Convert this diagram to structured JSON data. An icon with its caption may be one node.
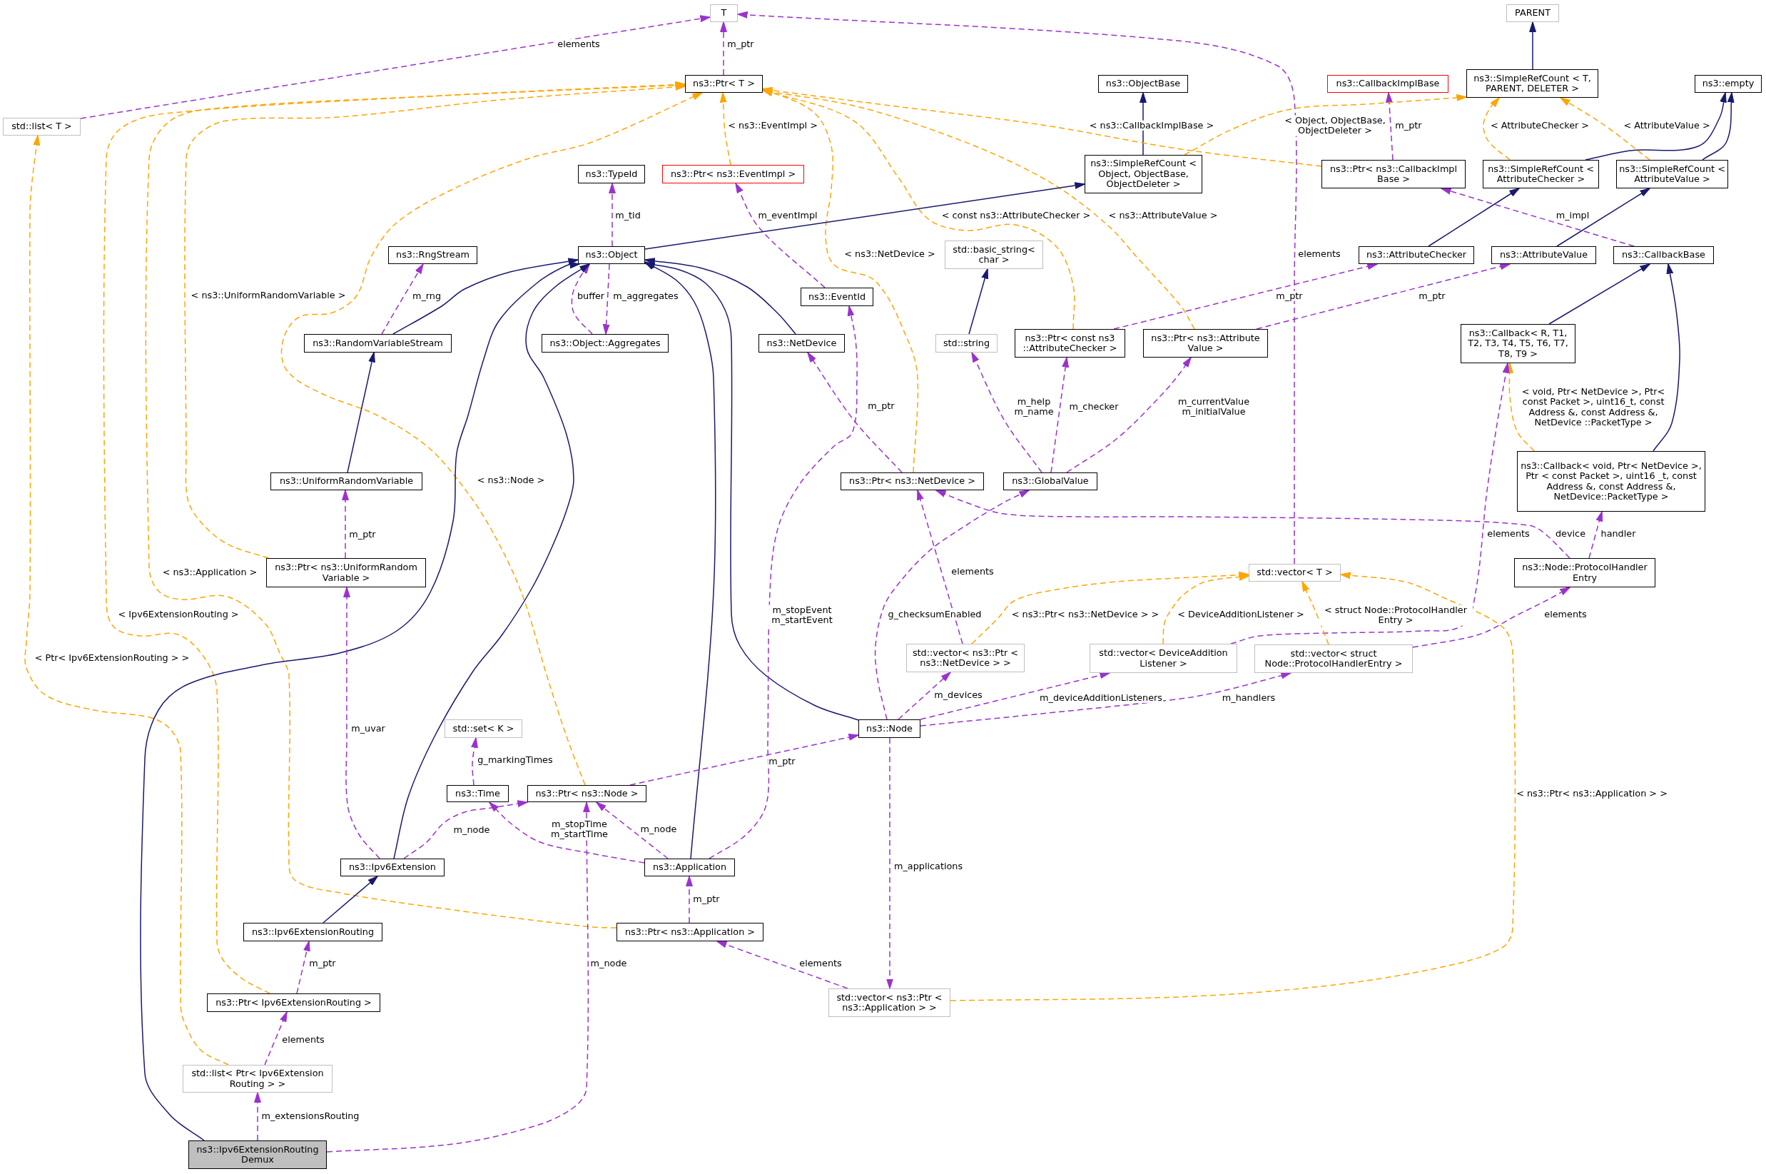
{
  "diagram": {
    "nodes": [
      {
        "text": [
          "T"
        ]
      },
      {
        "text": [
          "PARENT"
        ]
      },
      {
        "text": [
          "ns3::Ptr< T >"
        ]
      },
      {
        "text": [
          "ns3::ObjectBase"
        ]
      },
      {
        "text": [
          "ns3::CallbackImplBase"
        ]
      },
      {
        "text": [
          "ns3::SimpleRefCount < T, PARENT, DELETER >"
        ]
      },
      {
        "text": [
          "ns3::empty"
        ]
      },
      {
        "text": [
          "std::list< T >"
        ]
      },
      {
        "text": [
          "ns3::TypeId"
        ]
      },
      {
        "text": [
          "ns3::Ptr< ns3::EventImpl >"
        ]
      },
      {
        "text": [
          "ns3::SimpleRefCount < Object, ObjectBase, ObjectDeleter >"
        ]
      },
      {
        "text": [
          "ns3::Ptr< ns3::CallbackImpl Base >"
        ]
      },
      {
        "text": [
          "ns3::SimpleRefCount < AttributeChecker >"
        ]
      },
      {
        "text": [
          "ns3::SimpleRefCount < AttributeValue >"
        ]
      },
      {
        "text": [
          "std::basic_string< char >"
        ]
      },
      {
        "text": [
          "ns3::RngStream"
        ]
      },
      {
        "text": [
          "ns3::Object"
        ]
      },
      {
        "text": [
          "ns3::AttributeChecker"
        ]
      },
      {
        "text": [
          "ns3::AttributeValue"
        ]
      },
      {
        "text": [
          "ns3::CallbackBase"
        ]
      },
      {
        "text": [
          "ns3::EventId"
        ]
      },
      {
        "text": [
          "ns3::RandomVariableStream"
        ]
      },
      {
        "text": [
          "ns3::Object::Aggregates"
        ]
      },
      {
        "text": [
          "ns3::NetDevice"
        ]
      },
      {
        "text": [
          "std::string"
        ]
      },
      {
        "text": [
          "ns3::Ptr< const ns3 ::AttributeChecker >"
        ]
      },
      {
        "text": [
          "ns3::Ptr< ns3::Attribute Value >"
        ]
      },
      {
        "text": [
          "ns3::Callback< R, T1, T2, T3, T4, T5, T6, T7, T8, T9 >"
        ]
      },
      {
        "text": [
          "ns3::UniformRandomVariable"
        ]
      },
      {
        "text": [
          "ns3::Ptr< ns3::NetDevice >"
        ]
      },
      {
        "text": [
          "ns3::GlobalValue"
        ]
      },
      {
        "text": [
          "ns3::Callback< void, Ptr< NetDevice >, Ptr < const Packet >, uint16 _t, const Address &, const Address &, NetDevice::PacketType >"
        ]
      },
      {
        "text": [
          "ns3::Ptr< ns3::UniformRandom Variable >"
        ]
      },
      {
        "text": [
          "std::vector< T >"
        ]
      },
      {
        "text": [
          "ns3::Node::ProtocolHandler Entry"
        ]
      },
      {
        "text": [
          "std::vector< ns3::Ptr < ns3::NetDevice > >"
        ]
      },
      {
        "text": [
          "std::vector< DeviceAddition Listener >"
        ]
      },
      {
        "text": [
          "std::vector< struct Node::ProtocolHandlerEntry >"
        ]
      },
      {
        "text": [
          "std::set< K >"
        ]
      },
      {
        "text": [
          "ns3::Node"
        ]
      },
      {
        "text": [
          "ns3::Time"
        ]
      },
      {
        "text": [
          "ns3::Ptr< ns3::Node >"
        ]
      },
      {
        "text": [
          "ns3::Ipv6Extension"
        ]
      },
      {
        "text": [
          "ns3::Application"
        ]
      },
      {
        "text": [
          "ns3::Ipv6ExtensionRouting"
        ]
      },
      {
        "text": [
          "ns3::Ptr< ns3::Application >"
        ]
      },
      {
        "text": [
          "ns3::Ptr< Ipv6ExtensionRouting >"
        ]
      },
      {
        "text": [
          "std::vector< ns3::Ptr < ns3::Application > >"
        ]
      },
      {
        "text": [
          "std::list< Ptr< Ipv6Extension Routing > >"
        ]
      },
      {
        "text": [
          "ns3::Ipv6ExtensionRouting Demux"
        ]
      }
    ],
    "edges": [
      {
        "from": 7,
        "to": 0,
        "arrow": "to",
        "label": "elements",
        "style": "dashed"
      },
      {
        "from": 2,
        "to": 0,
        "arrow": "to",
        "label": "m_ptr",
        "style": "dashed"
      },
      {
        "from": 33,
        "to": 0,
        "arrow": "to",
        "label": "elements",
        "style": "dashed"
      },
      {
        "from": 5,
        "to": 1,
        "arrow": "to",
        "color": "#191970"
      },
      {
        "from": 10,
        "to": 3,
        "arrow": "to",
        "color": "#191970"
      },
      {
        "from": 11,
        "to": 4,
        "arrow": "to",
        "label": "m_ptr",
        "style": "dashed"
      },
      {
        "from": 10,
        "to": 5,
        "arrow": "to",
        "label": "< Object, ObjectBase, ObjectDeleter >",
        "style": "dashed",
        "color": "#ffa500"
      },
      {
        "from": 12,
        "to": 5,
        "arrow": "to",
        "label": "< AttributeChecker >",
        "style": "dashed",
        "color": "#ffa500"
      },
      {
        "from": 13,
        "to": 5,
        "arrow": "to",
        "label": "< AttributeValue >",
        "style": "dashed",
        "color": "#ffa500"
      },
      {
        "from": 12,
        "to": 6,
        "arrow": "to",
        "color": "#191970"
      },
      {
        "from": 13,
        "to": 6,
        "arrow": "to",
        "color": "#191970"
      },
      {
        "from": 11,
        "to": 2,
        "arrow": "to",
        "label": "< ns3::CallbackImplBase >",
        "style": "dashed",
        "color": "#ffa500"
      },
      {
        "from": 9,
        "to": 2,
        "arrow": "to",
        "label": "< ns3::EventImpl >",
        "style": "dashed",
        "color": "#ffa500"
      },
      {
        "from": 25,
        "to": 2,
        "arrow": "to",
        "label": "< const ns3::AttributeChecker >",
        "style": "dashed",
        "color": "#ffa500"
      },
      {
        "from": 26,
        "to": 2,
        "arrow": "to",
        "label": "< ns3::AttributeValue >",
        "style": "dashed",
        "color": "#ffa500"
      },
      {
        "from": 29,
        "to": 2,
        "arrow": "to",
        "label": "< ns3::NetDevice >",
        "style": "dashed",
        "color": "#ffa500"
      },
      {
        "from": 41,
        "to": 2,
        "arrow": "to",
        "label": "< ns3::Node >",
        "style": "dashed",
        "color": "#ffa500"
      },
      {
        "from": 32,
        "to": 2,
        "arrow": "to",
        "label": "< ns3::UniformRandomVariable >",
        "style": "dashed",
        "color": "#ffa500"
      },
      {
        "from": 45,
        "to": 2,
        "arrow": "to",
        "label": "< ns3::Application >",
        "style": "dashed",
        "color": "#ffa500"
      },
      {
        "from": 46,
        "to": 2,
        "arrow": "to",
        "label": "< Ipv6ExtensionRouting >",
        "style": "dashed",
        "color": "#ffa500"
      },
      {
        "from": 48,
        "to": 7,
        "arrow": "to",
        "label": "< Ptr< Ipv6ExtensionRouting > >",
        "style": "dashed",
        "color": "#ffa500"
      },
      {
        "from": 16,
        "to": 8,
        "arrow": "to",
        "label": "m_tid",
        "style": "dashed"
      },
      {
        "from": 20,
        "to": 9,
        "arrow": "to",
        "label": "m_eventImpl",
        "style": "dashed"
      },
      {
        "from": 16,
        "to": 10,
        "arrow": "to",
        "color": "#191970"
      },
      {
        "from": 19,
        "to": 11,
        "arrow": "to",
        "label": "m_impl",
        "style": "dashed"
      },
      {
        "from": 17,
        "to": 12,
        "arrow": "to",
        "color": "#191970"
      },
      {
        "from": 18,
        "to": 13,
        "arrow": "to",
        "color": "#191970"
      },
      {
        "from": 24,
        "to": 14,
        "arrow": "to",
        "color": "#191970"
      },
      {
        "from": 21,
        "to": 15,
        "arrow": "to",
        "label": "m_rng",
        "style": "dashed"
      },
      {
        "from": 21,
        "to": 16,
        "arrow": "to",
        "color": "#191970"
      },
      {
        "from": 22,
        "to": 16,
        "arrow": "to",
        "label": "buffer",
        "style": "dashed"
      },
      {
        "from": 16,
        "to": 22,
        "arrow": "to",
        "label": "m_aggregates",
        "style": "dashed"
      },
      {
        "from": 23,
        "to": 16,
        "arrow": "to",
        "color": "#191970"
      },
      {
        "from": 39,
        "to": 16,
        "arrow": "to",
        "color": "#191970"
      },
      {
        "from": 43,
        "to": 16,
        "arrow": "to",
        "color": "#191970"
      },
      {
        "from": 42,
        "to": 16,
        "arrow": "to",
        "color": "#191970"
      },
      {
        "from": 49,
        "to": 16,
        "arrow": "to",
        "color": "#191970"
      },
      {
        "from": 25,
        "to": 17,
        "arrow": "to",
        "label": "m_ptr",
        "style": "dashed"
      },
      {
        "from": 26,
        "to": 18,
        "arrow": "to",
        "label": "m_ptr",
        "style": "dashed"
      },
      {
        "from": 27,
        "to": 19,
        "arrow": "to",
        "color": "#191970"
      },
      {
        "from": 31,
        "to": 19,
        "arrow": "to",
        "color": "#191970"
      },
      {
        "from": 43,
        "to": 20,
        "arrow": "to",
        "label": "m_stopEvent m_startEvent",
        "style": "dashed"
      },
      {
        "from": 29,
        "to": 23,
        "arrow": "to",
        "label": "m_ptr",
        "style": "dashed"
      },
      {
        "from": 30,
        "to": 24,
        "arrow": "to",
        "label": "m_help m_name",
        "style": "dashed"
      },
      {
        "from": 30,
        "to": 25,
        "arrow": "to",
        "label": "m_checker",
        "style": "dashed"
      },
      {
        "from": 30,
        "to": 26,
        "arrow": "to",
        "label": "m_currentValue m_initialValue",
        "style": "dashed"
      },
      {
        "from": 31,
        "to": 27,
        "arrow": "to",
        "label": "< void, Ptr< NetDevice >, Ptr< const Packet >, uint16_t, const Address &, const Address &, NetDevice ::PacketType >",
        "style": "dashed",
        "color": "#ffa500"
      },
      {
        "from": 36,
        "to": 27,
        "arrow": "to",
        "label": "elements",
        "style": "dashed"
      },
      {
        "from": 28,
        "to": 21,
        "arrow": "to",
        "color": "#191970"
      },
      {
        "from": 32,
        "to": 28,
        "arrow": "to",
        "label": "m_ptr",
        "style": "dashed"
      },
      {
        "from": 39,
        "to": 30,
        "arrow": "to",
        "label": "g_checksumEnabled",
        "style": "dashed"
      },
      {
        "from": 34,
        "to": 29,
        "arrow": "to",
        "label": "device",
        "style": "dashed"
      },
      {
        "from": 34,
        "to": 31,
        "arrow": "to",
        "label": "handler",
        "style": "dashed"
      },
      {
        "from": 35,
        "to": 29,
        "arrow": "to",
        "label": "elements",
        "style": "dashed"
      },
      {
        "from": 35,
        "to": 33,
        "arrow": "to",
        "label": "< ns3::Ptr< ns3::NetDevice > >",
        "style": "dashed",
        "color": "#ffa500"
      },
      {
        "from": 36,
        "to": 33,
        "arrow": "to",
        "label": "< DeviceAdditionListener >",
        "style": "dashed",
        "color": "#ffa500"
      },
      {
        "from": 37,
        "to": 33,
        "arrow": "to",
        "label": "< struct Node::ProtocolHandler Entry >",
        "style": "dashed",
        "color": "#ffa500"
      },
      {
        "from": 37,
        "to": 34,
        "arrow": "to",
        "label": "elements",
        "style": "dashed"
      },
      {
        "from": 47,
        "to": 33,
        "arrow": "to",
        "label": "< ns3::Ptr< ns3::Application > >",
        "style": "dashed",
        "color": "#ffa500"
      },
      {
        "from": 39,
        "to": 35,
        "arrow": "to",
        "label": "m_devices",
        "style": "dashed"
      },
      {
        "from": 39,
        "to": 36,
        "arrow": "to",
        "label": "m_deviceAdditionListeners",
        "style": "dashed"
      },
      {
        "from": 39,
        "to": 37,
        "arrow": "to",
        "label": "m_handlers",
        "style": "dashed"
      },
      {
        "from": 40,
        "to": 38,
        "arrow": "to",
        "label": "g_markingTimes",
        "style": "dashed"
      },
      {
        "from": 41,
        "to": 39,
        "arrow": "to",
        "label": "m_ptr",
        "style": "dashed"
      },
      {
        "from": 39,
        "to": 47,
        "arrow": "to",
        "label": "m_applications",
        "style": "dashed"
      },
      {
        "from": 42,
        "to": 32,
        "arrow": "to",
        "label": "m_uvar",
        "style": "dashed"
      },
      {
        "from": 42,
        "to": 41,
        "arrow": "to",
        "label": "m_node",
        "style": "dashed"
      },
      {
        "from": 43,
        "to": 40,
        "arrow": "to",
        "label": "m_stopTime m_startTime",
        "style": "dashed"
      },
      {
        "from": 43,
        "to": 41,
        "arrow": "to",
        "label": "m_node",
        "style": "dashed"
      },
      {
        "from": 44,
        "to": 42,
        "arrow": "to",
        "color": "#191970"
      },
      {
        "from": 45,
        "to": 43,
        "arrow": "to",
        "label": "m_ptr",
        "style": "dashed"
      },
      {
        "from": 46,
        "to": 44,
        "arrow": "to",
        "label": "m_ptr",
        "style": "dashed"
      },
      {
        "from": 47,
        "to": 45,
        "arrow": "to",
        "label": "elements",
        "style": "dashed"
      },
      {
        "from": 48,
        "to": 46,
        "arrow": "to",
        "label": "elements",
        "style": "dashed"
      },
      {
        "from": 49,
        "to": 48,
        "arrow": "to",
        "label": "m_extensionsRouting",
        "style": "dashed"
      },
      {
        "from": 49,
        "to": 41,
        "arrow": "to",
        "label": "m_node",
        "style": "dashed"
      }
    ]
  }
}
